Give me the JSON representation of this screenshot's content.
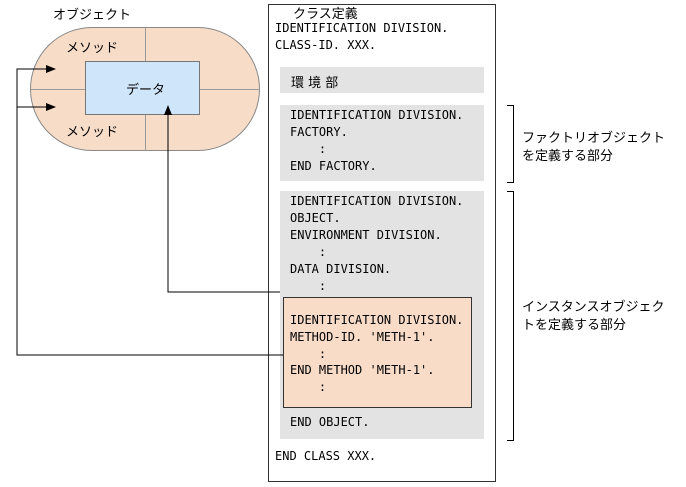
{
  "object": {
    "title": "オブジェクト",
    "method_top": "メソッド",
    "method_bottom": "メソッド",
    "data": "データ"
  },
  "class_def": {
    "title": "クラス定義",
    "lines_head": [
      "IDENTIFICATION DIVISION.",
      "CLASS-ID. XXX."
    ],
    "environment": "環 境 部",
    "factory_lines": [
      "IDENTIFICATION DIVISION.",
      "FACTORY.",
      "    :",
      "END FACTORY."
    ],
    "object_lines": [
      "IDENTIFICATION DIVISION.",
      "OBJECT.",
      "ENVIRONMENT DIVISION.",
      "    :",
      "DATA DIVISION.",
      "    :"
    ],
    "method_lines": [
      "IDENTIFICATION DIVISION.",
      "METHOD-ID. 'METH-1'.",
      "    :",
      "END METHOD 'METH-1'.",
      "    :"
    ],
    "end_object": "END OBJECT.",
    "end_class": "END CLASS XXX."
  },
  "annotations": {
    "factory_line1": "ファクトリオブジェクト",
    "factory_line2": "を定義する部分",
    "instance_line1": "インスタンスオブジェク",
    "instance_line2": "トを定義する部分"
  }
}
